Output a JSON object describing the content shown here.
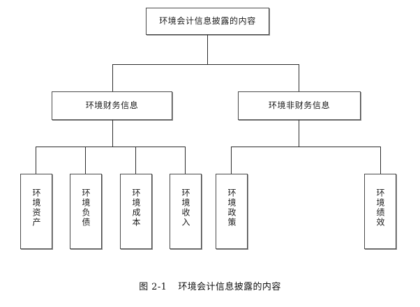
{
  "figure": {
    "root": {
      "label": "环境会计信息披露的内容"
    },
    "level2": [
      {
        "id": "financial",
        "label": "环境财务信息"
      },
      {
        "id": "non-financial",
        "label": "环境非财务信息"
      }
    ],
    "leaves": [
      {
        "id": "assets",
        "label": "环境资产",
        "parent": "financial"
      },
      {
        "id": "liabilities",
        "label": "环境负债",
        "parent": "financial"
      },
      {
        "id": "costs",
        "label": "环境成本",
        "parent": "financial"
      },
      {
        "id": "revenue",
        "label": "环境收入",
        "parent": "financial"
      },
      {
        "id": "policy",
        "label": "环境政策",
        "parent": "non-financial"
      },
      {
        "id": "performance",
        "label": "环境绩效",
        "parent": "non-financial"
      }
    ],
    "caption": {
      "number": "图 2-1",
      "text": "环境会计信息披露的内容"
    },
    "colors": {
      "box_border": "#4a4a4a",
      "box_shadow": "#8d8d8d",
      "line": "#2b2b2b",
      "text": "#1a1a1a",
      "background": "#ffffff"
    }
  }
}
